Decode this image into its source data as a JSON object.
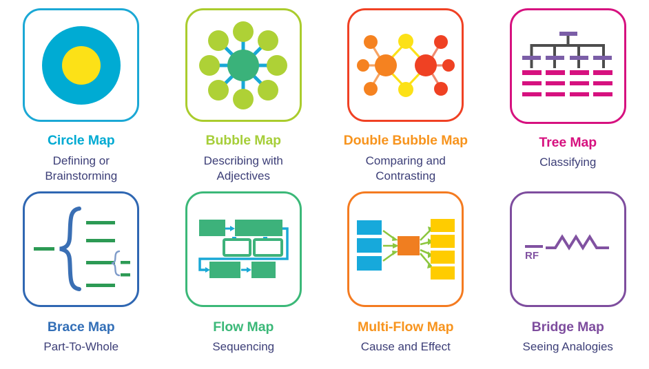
{
  "page": {
    "background": "#ffffff",
    "subtitle_color": "#3c3e77",
    "columns": 4,
    "rows": 2
  },
  "maps": [
    {
      "id": "circle-map",
      "title": "Circle Map",
      "subtitle": "Defining or Brainstorming",
      "subtitle_lines": [
        "Defining or",
        "Brainstorming"
      ],
      "accent": "#00AAD2",
      "border": "#1BA8D5",
      "icon": "circle-map-icon",
      "palette": {
        "outer_circle": "#00ABD3",
        "inner_circle": "#FCE117"
      }
    },
    {
      "id": "bubble-map",
      "title": "Bubble Map",
      "subtitle": "Describing with Adjectives",
      "subtitle_lines": [
        "Describing with",
        "Adjectives"
      ],
      "accent": "#A6CE39",
      "border": "#AACC2D",
      "icon": "bubble-map-icon",
      "palette": {
        "center_node": "#3AB27A",
        "outer_node": "#AED136",
        "spoke": "#19A8D6"
      }
    },
    {
      "id": "double-bubble-map",
      "title": "Double Bubble Map",
      "subtitle": "Comparing and Contrasting",
      "subtitle_lines": [
        "Comparing and",
        "Contrasting"
      ],
      "accent": "#F7941E",
      "border": "#F04124",
      "icon": "double-bubble-map-icon",
      "palette": {
        "left_node": "#F58220",
        "right_node": "#EF4123",
        "shared_node": "#FCE117"
      }
    },
    {
      "id": "tree-map",
      "title": "Tree Map",
      "subtitle": "Classifying",
      "subtitle_lines": [
        "Classifying"
      ],
      "accent": "#D6117F",
      "border": "#D6117F",
      "icon": "tree-map-icon",
      "palette": {
        "purple_bar": "#7B5EA7",
        "pink_bar": "#D6117F",
        "connector": "#4D4D4D"
      }
    },
    {
      "id": "brace-map",
      "title": "Brace Map",
      "subtitle": "Part-To-Whole",
      "subtitle_lines": [
        "Part-To-Whole"
      ],
      "accent": "#336FB7",
      "border": "#2F67B2",
      "icon": "brace-map-icon",
      "palette": {
        "brace": "#3A6FB4",
        "line": "#2C9A54"
      }
    },
    {
      "id": "flow-map",
      "title": "Flow Map",
      "subtitle": "Sequencing",
      "subtitle_lines": [
        "Sequencing"
      ],
      "accent": "#3BB878",
      "border": "#3BB878",
      "icon": "flow-map-icon",
      "palette": {
        "box_fill": "#3DB27B",
        "arrow": "#19A8D6"
      }
    },
    {
      "id": "multi-flow-map",
      "title": "Multi-Flow Map",
      "subtitle": "Cause and Effect",
      "subtitle_lines": [
        "Cause and Effect"
      ],
      "accent": "#F7941E",
      "border": "#F47B20",
      "icon": "multi-flow-map-icon",
      "palette": {
        "cause_box": "#17A9DB",
        "event_box": "#F07E20",
        "effect_box": "#FFCC00",
        "arrow": "#8CC63E"
      }
    },
    {
      "id": "bridge-map",
      "title": "Bridge Map",
      "subtitle": "Seeing Analogies",
      "subtitle_lines": [
        "Seeing Analogies"
      ],
      "accent": "#7E4D9E",
      "border": "#7E4D9E",
      "icon": "bridge-map-icon",
      "palette": {
        "line": "#8152A1"
      },
      "label": "RF"
    }
  ]
}
